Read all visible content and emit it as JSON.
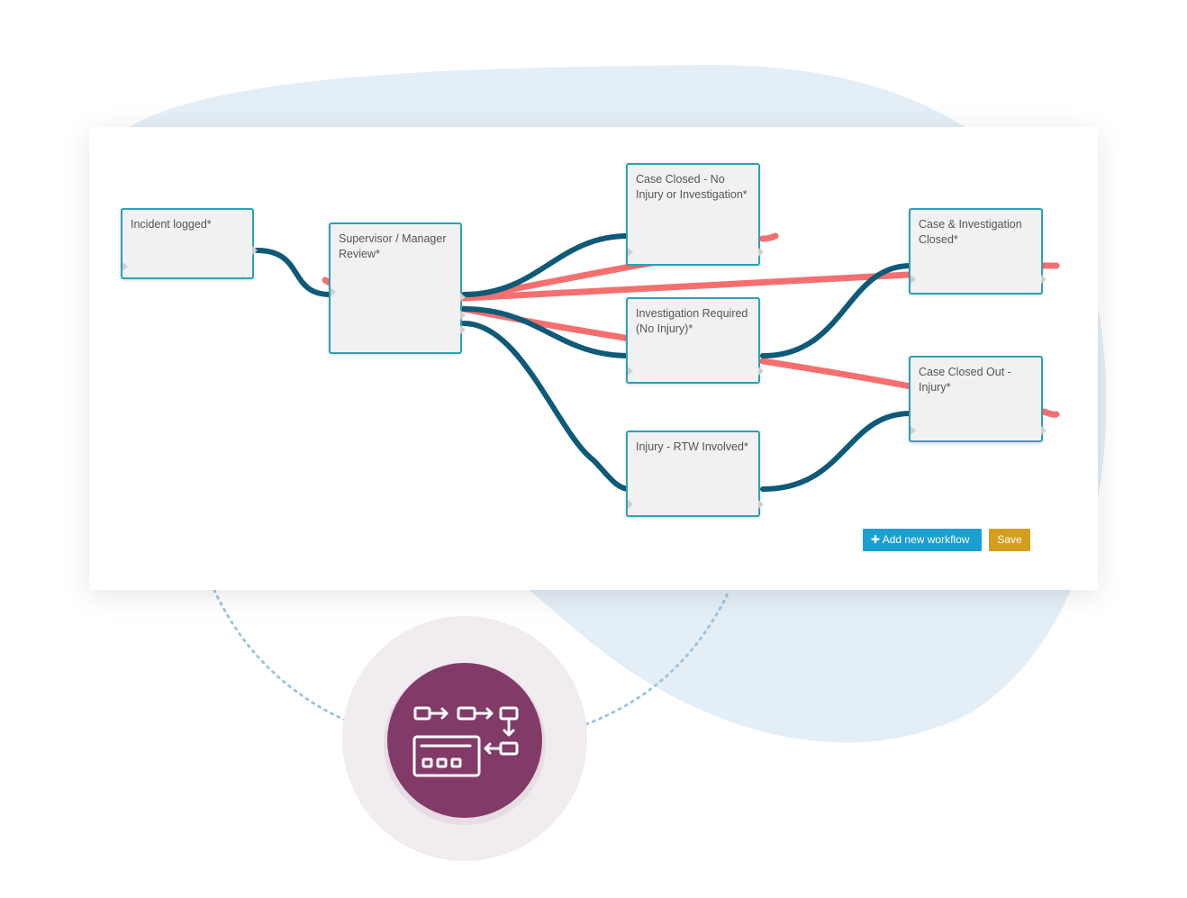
{
  "colors": {
    "blob": "#e4eef7",
    "halo": "#f1ecf0",
    "icon_circle": "#823a68",
    "node_border": "#2aa2b8",
    "node_fill": "#f1f1f1",
    "link_primary": "#0e5a78",
    "link_alternate": "#f56f6f",
    "add_button": "#1a9fd0",
    "save_button": "#d39e20",
    "dotted_arc": "#9fc5dc"
  },
  "workflow": {
    "nodes": [
      {
        "id": "incident",
        "label": "Incident logged*"
      },
      {
        "id": "review",
        "label": "Supervisor / Manager Review*"
      },
      {
        "id": "closed_no_injury",
        "label": "Case Closed - No Injury or Investigation*"
      },
      {
        "id": "investigation",
        "label": "Investigation Required (No Injury)*"
      },
      {
        "id": "rtw",
        "label": "Injury - RTW Involved*"
      },
      {
        "id": "case_inv_closed",
        "label": "Case & Investigation Closed*"
      },
      {
        "id": "closed_out_injury",
        "label": "Case Closed Out - Injury*"
      }
    ]
  },
  "toolbar": {
    "add_label": "✚ Add new workflow",
    "save_label": "Save"
  },
  "icon": {
    "name": "workflow-icon"
  }
}
